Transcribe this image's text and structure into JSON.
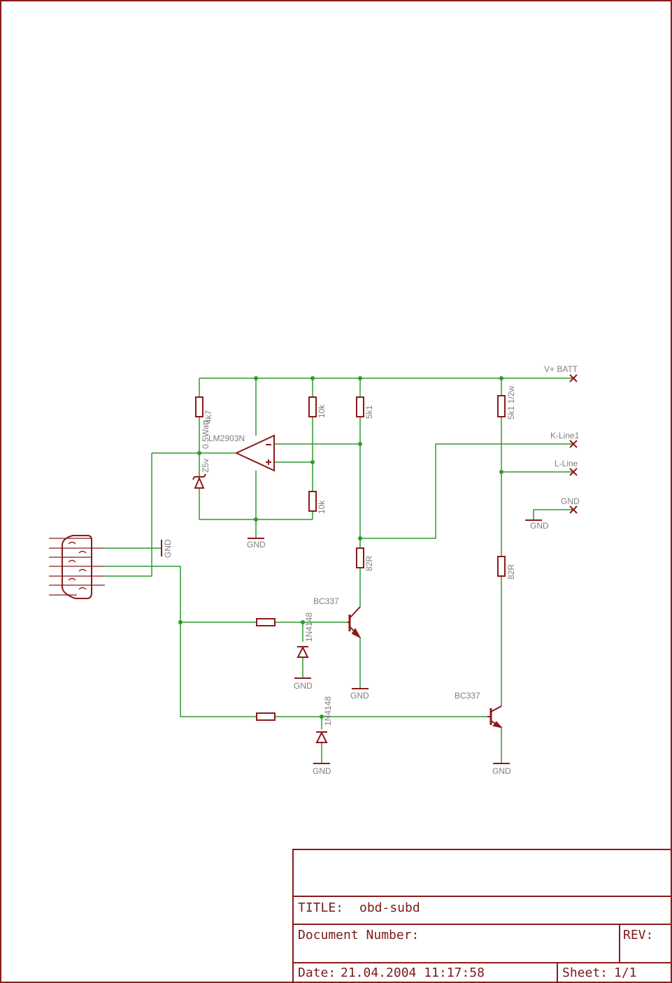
{
  "title_block": {
    "title_label": "TITLE:",
    "title_value": "obd-subd",
    "doc_number_label": "Document Number:",
    "rev_label": "REV:",
    "date_label": "Date:",
    "date_value": "21.04.2004 11:17:58",
    "sheet_label": "Sheet:",
    "sheet_value": "1/1"
  },
  "labels": {
    "v_batt": "V+ BATT",
    "k_line": "K-Line1",
    "l_line": "L-Line",
    "gnd": "GND",
    "r_4k7": "4k7",
    "zener_power": "0.5Watt",
    "zener": "Z5v",
    "opamp": "LM2903N",
    "r_10k": "10k",
    "r_5k1": "5k1",
    "r_5k1_half": "5k1 1/2w",
    "r_82r": "82R",
    "bc337": "BC337",
    "diode": "1N4148"
  },
  "colors": {
    "frame": "#8b1a1a",
    "wire": "#2e9a2e",
    "label": "#7f7f7f"
  }
}
